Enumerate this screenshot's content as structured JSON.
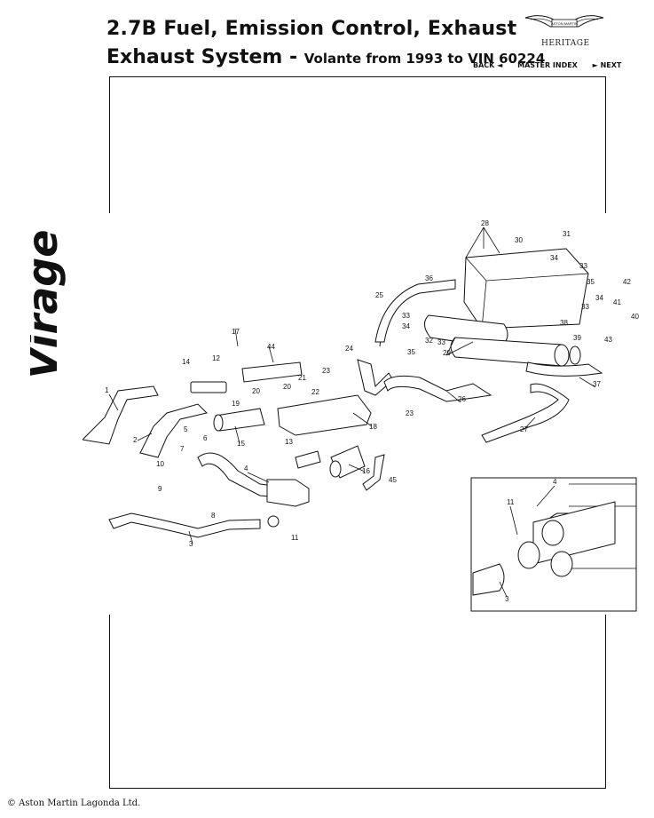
{
  "header": {
    "title_line1": "2.7B Fuel, Emission Control, Exhaust",
    "title_line2_main": "Exhaust System - ",
    "title_line2_sub": "Volante from 1993 to VIN 60224",
    "logo_text": "ASTON MARTIN",
    "heritage": "HERITAGE"
  },
  "brand": {
    "script": "Virage"
  },
  "nav": {
    "back": "BACK",
    "master_index": "MASTER INDEX",
    "next": "NEXT"
  },
  "diagram": {
    "part_numbers": [
      "1",
      "2",
      "3",
      "4",
      "5",
      "6",
      "7",
      "8",
      "9",
      "10",
      "11",
      "12",
      "13",
      "14",
      "15",
      "16",
      "17",
      "18",
      "19",
      "20",
      "21",
      "22",
      "23",
      "23",
      "24",
      "25",
      "26",
      "27",
      "28",
      "29",
      "30",
      "31",
      "32",
      "33",
      "33",
      "33",
      "33",
      "34",
      "34",
      "34",
      "35",
      "35",
      "36",
      "37",
      "38",
      "39",
      "40",
      "41",
      "42",
      "43",
      "44",
      "45"
    ],
    "inset_labels": [
      "4",
      "11",
      "3"
    ]
  },
  "footer": {
    "copyright": "© Aston Martin Lagonda Ltd."
  }
}
